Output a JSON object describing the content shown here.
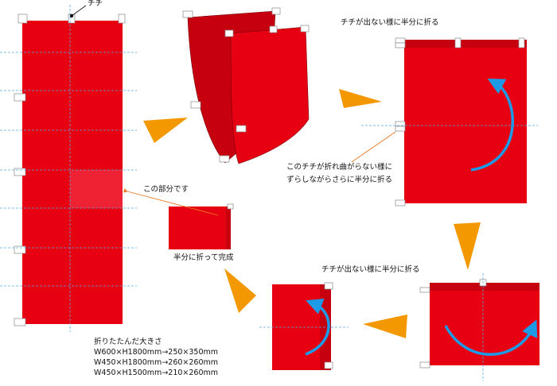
{
  "labels": {
    "chichi": "チチ",
    "fold_half_top": "チチが出ない様に半分に折る",
    "shift_fold_line1": "このチチが折れ曲がらない様に",
    "shift_fold_line2": "ずらしながらさらに半分に折る",
    "this_part": "この部分です",
    "done": "半分に折って完成",
    "fold_half_bottom": "チチが出ない様に半分に折る"
  },
  "sizes": {
    "title": "折りたたんだ大きさ",
    "lines": [
      "W600×H1800mm→250×350mm",
      "W450×H1800mm→260×260mm",
      "W450×H1500mm→210×260mm"
    ]
  },
  "colors": {
    "flag_red": "#e60012",
    "dark_red": "#c7000f",
    "arrow_orange": "#f39800",
    "curve_blue": "#1e9be6",
    "guide_blue": "#5aa9e0",
    "leader_orange": "#e87722"
  }
}
